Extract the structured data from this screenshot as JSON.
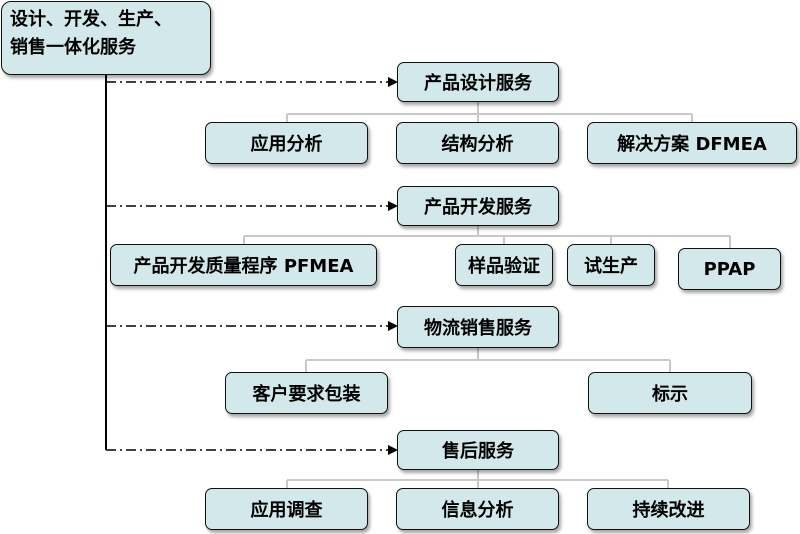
{
  "root": {
    "line1": "设计、开发、生产、",
    "line2": "销售一体化服务"
  },
  "sections": [
    {
      "title": "产品设计服务",
      "children": [
        "应用分析",
        "结构分析",
        "解决方案 DFMEA"
      ]
    },
    {
      "title": "产品开发服务",
      "children": [
        "产品开发质量程序 PFMEA",
        "样品验证",
        "试生产",
        "PPAP"
      ]
    },
    {
      "title": "物流销售服务",
      "children": [
        "客户要求包装",
        "标示"
      ]
    },
    {
      "title": "售后服务",
      "children": [
        "应用调查",
        "信息分析",
        "持续改进"
      ]
    }
  ],
  "colors": {
    "box_fill": "#d3e8ea",
    "border": "#111111",
    "connector": "#cccccc"
  }
}
